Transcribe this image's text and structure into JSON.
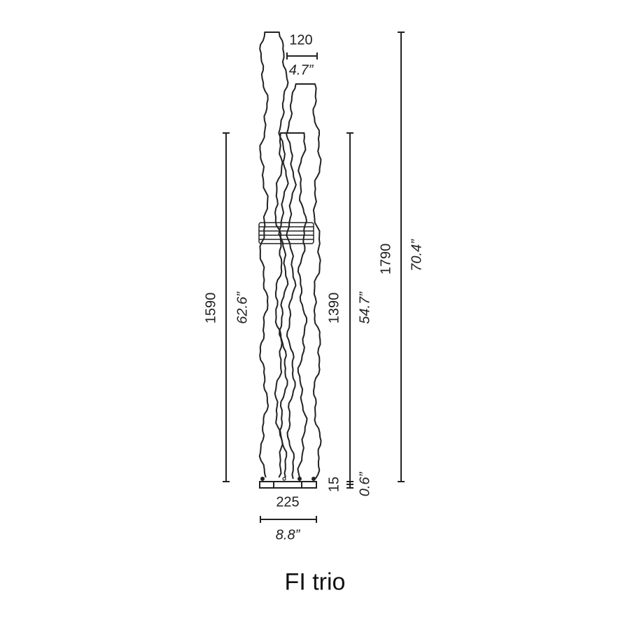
{
  "product_name": "FI trio",
  "dimensions": {
    "total_height": {
      "mm": "1790",
      "in": "70.4”"
    },
    "tall_height": {
      "mm": "1590",
      "in": "62.6”"
    },
    "short_height": {
      "mm": "1390",
      "in": "54.7”"
    },
    "base_height": {
      "mm": "15",
      "in": "0.6”"
    },
    "tube_width": {
      "mm": "120",
      "in": "4.7”"
    },
    "base_width": {
      "mm": "225",
      "in": "8.8”"
    }
  },
  "colors": {
    "line": "#222222"
  }
}
